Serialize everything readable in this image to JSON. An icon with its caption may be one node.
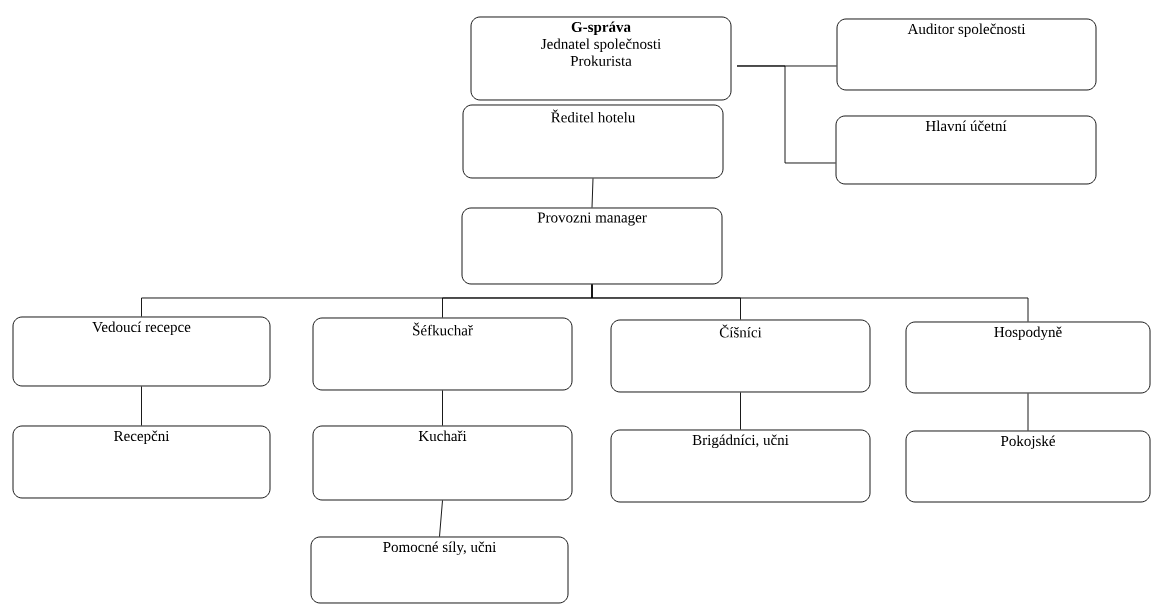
{
  "diagram": {
    "nodes": [
      {
        "text": [
          "G-správa",
          "Jednatel společnosti",
          "Prokurista"
        ]
      },
      {
        "text": [
          "Auditor společnosti"
        ]
      },
      {
        "text": [
          "Hlavní účetní"
        ]
      },
      {
        "text": [
          "Ředitel hotelu"
        ]
      },
      {
        "text": [
          "Provozni manager"
        ]
      },
      {
        "text": [
          "Vedoucí recepce"
        ]
      },
      {
        "text": [
          "Šéfkuchař"
        ]
      },
      {
        "text": [
          "Číšníci"
        ]
      },
      {
        "text": [
          "Hospodyně"
        ]
      },
      {
        "text": [
          "Recepčni"
        ]
      },
      {
        "text": [
          "Kuchaři"
        ]
      },
      {
        "text": [
          "Brigádníci, učni"
        ]
      },
      {
        "text": [
          "Pokojské"
        ]
      },
      {
        "text": [
          "Pomocné síly, učni"
        ]
      }
    ],
    "edges": [
      {
        "from": 0,
        "to": 1,
        "arrow": "none"
      },
      {
        "from": 0,
        "to": 2,
        "arrow": "none"
      },
      {
        "from": 3,
        "to": 4,
        "arrow": "none"
      },
      {
        "from": 4,
        "to": 5,
        "arrow": "none"
      },
      {
        "from": 4,
        "to": 6,
        "arrow": "none"
      },
      {
        "from": 4,
        "to": 7,
        "arrow": "none"
      },
      {
        "from": 4,
        "to": 8,
        "arrow": "none"
      },
      {
        "from": 5,
        "to": 9,
        "arrow": "none"
      },
      {
        "from": 6,
        "to": 10,
        "arrow": "none"
      },
      {
        "from": 10,
        "to": 13,
        "arrow": "none"
      },
      {
        "from": 7,
        "to": 11,
        "arrow": "none"
      },
      {
        "from": 8,
        "to": 12,
        "arrow": "none"
      }
    ]
  }
}
